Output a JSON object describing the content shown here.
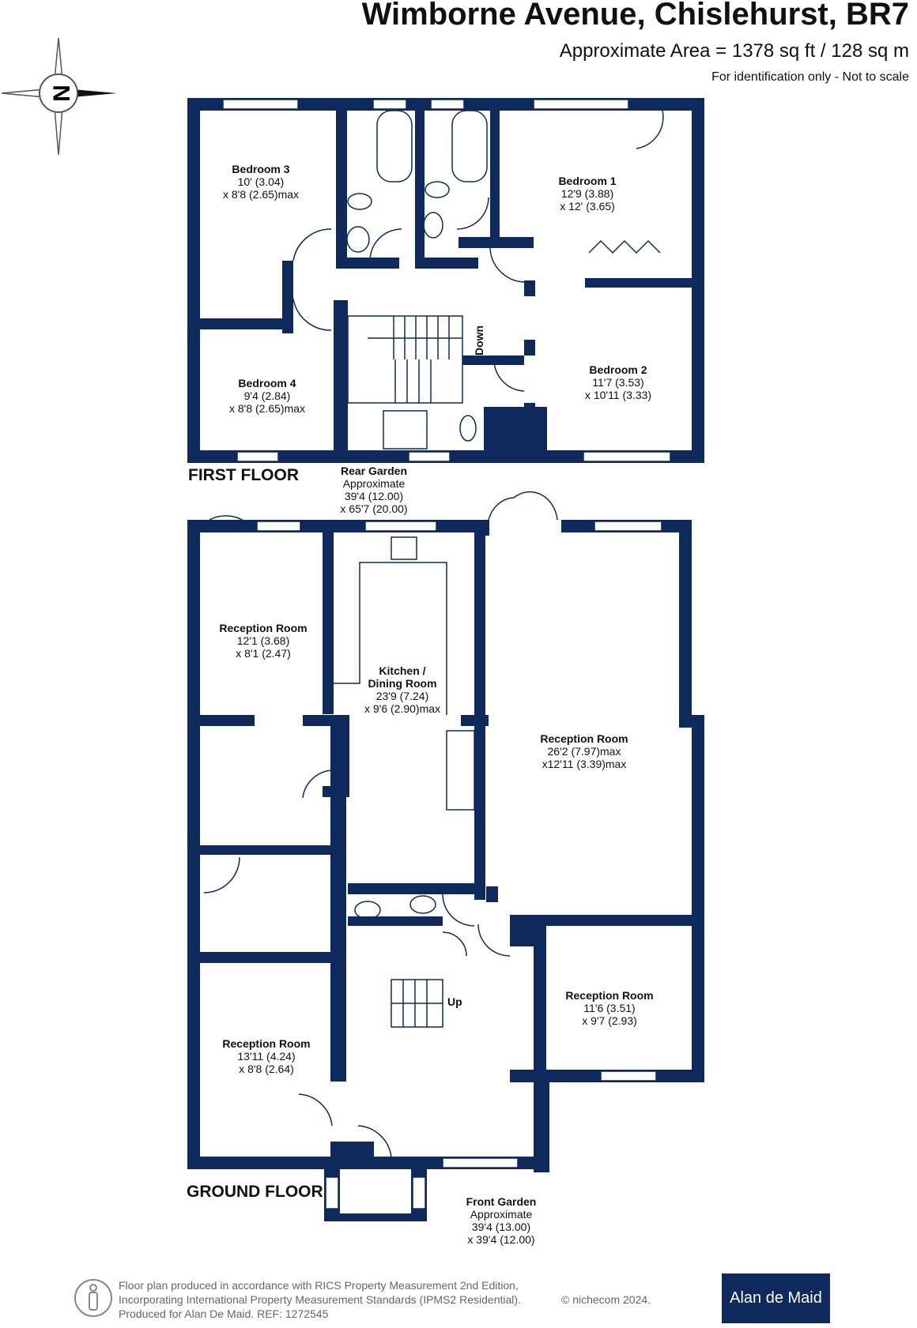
{
  "header": {
    "title": "Wimborne Avenue, Chislehurst, BR7",
    "area": "Approximate Area = 1378 sq ft / 128 sq m",
    "disclaimer": "For identification only - Not to scale"
  },
  "compass": {
    "letter": "N",
    "icon": "compass-rose-icon"
  },
  "floors": {
    "first": "FIRST FLOOR",
    "ground": "GROUND FLOOR"
  },
  "rooms": {
    "bedroom3": {
      "name": "Bedroom 3",
      "l1": "10' (3.04)",
      "l2": "x 8'8 (2.65)max"
    },
    "bedroom1": {
      "name": "Bedroom 1",
      "l1": "12'9 (3.88)",
      "l2": "x 12' (3.65)"
    },
    "bedroom4": {
      "name": "Bedroom 4",
      "l1": "9'4 (2.84)",
      "l2": "x 8'8 (2.65)max"
    },
    "bedroom2": {
      "name": "Bedroom 2",
      "l1": "11'7 (3.53)",
      "l2": "x 10'11 (3.33)"
    },
    "rear_garden": {
      "name": "Rear Garden",
      "l1": "Approximate",
      "l2": "39'4 (12.00)",
      "l3": "x 65'7 (20.00)"
    },
    "reception_small": {
      "name": "Reception Room",
      "l1": "12'1 (3.68)",
      "l2": "x 8'1 (2.47)"
    },
    "kitchen": {
      "name": "Kitchen /",
      "name2": "Dining Room",
      "l1": "23'9 (7.24)",
      "l2": "x 9'6 (2.90)max"
    },
    "reception_large": {
      "name": "Reception Room",
      "l1": "26'2 (7.97)max",
      "l2": "x12'11 (3.39)max"
    },
    "reception_front_right": {
      "name": "Reception Room",
      "l1": "11'6 (3.51)",
      "l2": "x 9'7 (2.93)"
    },
    "reception_front_left": {
      "name": "Reception Room",
      "l1": "13'11 (4.24)",
      "l2": "x 8'8 (2.64)"
    },
    "front_garden": {
      "name": "Front Garden",
      "l1": "Approximate",
      "l2": "39'4 (13.00)",
      "l3": "x 39'4 (12.00)"
    }
  },
  "stairs": {
    "down": "Down",
    "up": "Up"
  },
  "footer": {
    "line1": "Floor plan produced in accordance with RICS Property Measurement 2nd Edition,",
    "line2": "Incorporating International Property Measurement Standards (IPMS2 Residential).",
    "line3": "Produced for Alan De Maid.   REF: 1272545",
    "copyright": "© nichecom 2024.",
    "logo": "Alan de Maid"
  },
  "colors": {
    "wall": "#0e2a5c",
    "text": "#111111",
    "footer_text": "#666666"
  }
}
